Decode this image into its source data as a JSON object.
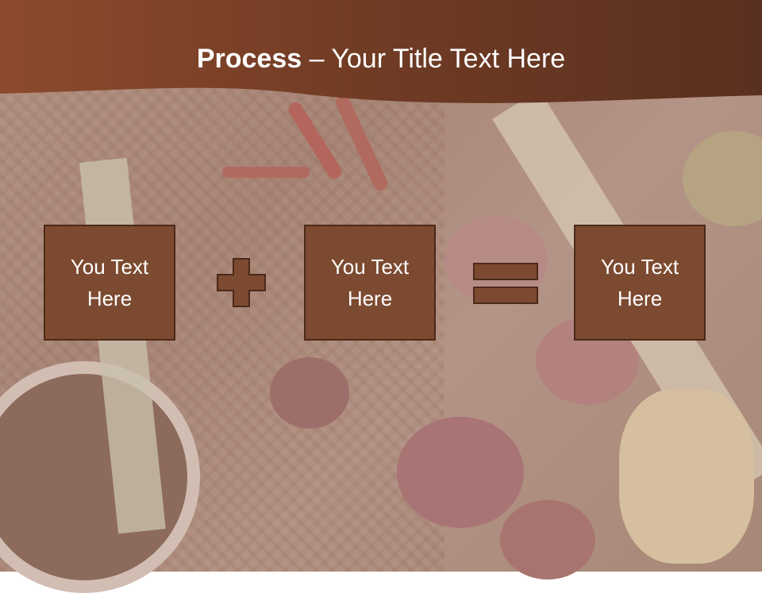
{
  "slide": {
    "title_bold": "Process",
    "title_rest": " – Your Title Text Here",
    "boxes": [
      {
        "text": "You Text\nHere"
      },
      {
        "text": "You Text\nHere"
      },
      {
        "text": "You Text\nHere"
      }
    ],
    "operators": [
      "plus-icon",
      "equals-icon"
    ]
  },
  "colors": {
    "title_band": "#6e3a24",
    "box_fill": "#7c4a30",
    "box_border": "#4c2918",
    "text": "#ffffff"
  }
}
